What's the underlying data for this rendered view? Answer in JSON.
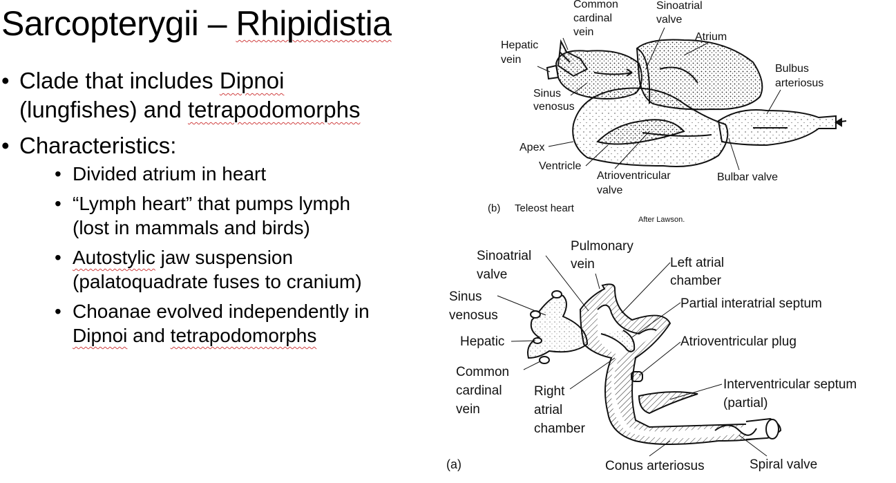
{
  "slide": {
    "title_part1": "Sarcopterygii – ",
    "title_part2": "Rhipidistia"
  },
  "bullets": {
    "b1": {
      "pre": "Clade that includes ",
      "dipnoi": "Dipnoi",
      "mid": " (lungfishes) and ",
      "tetrapodomorphs": "tetrapodomorphs"
    },
    "b2": {
      "text": "Characteristics:"
    },
    "sub": {
      "s1": "Divided atrium in heart",
      "s2": "“Lymph heart” that pumps lymph (lost in mammals and birds)",
      "s3_u": "Autostylic",
      "s3_rest": " jaw suspension (palatoquadrate fuses to cranium)",
      "s4_pre": "Choanae evolved independently in ",
      "s4_dipnoi": "Dipnoi",
      "s4_and": " and ",
      "s4_tetra": "tetrapodomorphs"
    }
  },
  "figure_b": {
    "labels": {
      "common_cardinal": [
        "Common",
        "cardinal",
        "vein"
      ],
      "sinoatrial": [
        "Sinoatrial",
        "valve"
      ],
      "atrium": "Atrium",
      "hepatic": [
        "Hepatic",
        "vein"
      ],
      "bulbus": [
        "Bulbus",
        "arteriosus"
      ],
      "sinus": [
        "Sinus",
        "venosus"
      ],
      "apex": "Apex",
      "ventricle": "Ventricle",
      "av_valve": [
        "Atrioventricular",
        "valve"
      ],
      "bulbar_valve": "Bulbar valve"
    },
    "caption_letter": "(b)",
    "caption": "Teleost heart",
    "credit": "After Lawson."
  },
  "figure_a": {
    "labels": {
      "sinoatrial": [
        "Sinoatrial",
        "valve"
      ],
      "pulmonary": [
        "Pulmonary",
        "vein"
      ],
      "left_atrial": [
        "Left atrial",
        "chamber"
      ],
      "sinus": [
        "Sinus",
        "venosus"
      ],
      "partial_septum": "Partial interatrial septum",
      "hepatic": "Hepatic",
      "av_plug": "Atrioventricular plug",
      "common_cardinal": [
        "Common",
        "cardinal",
        "vein"
      ],
      "right_atrial": [
        "Right",
        "atrial",
        "chamber"
      ],
      "interventricular": [
        "Interventricular septum",
        "(partial)"
      ],
      "conus": "Conus arteriosus",
      "spiral": "Spiral valve"
    },
    "caption_letter": "(a)"
  }
}
